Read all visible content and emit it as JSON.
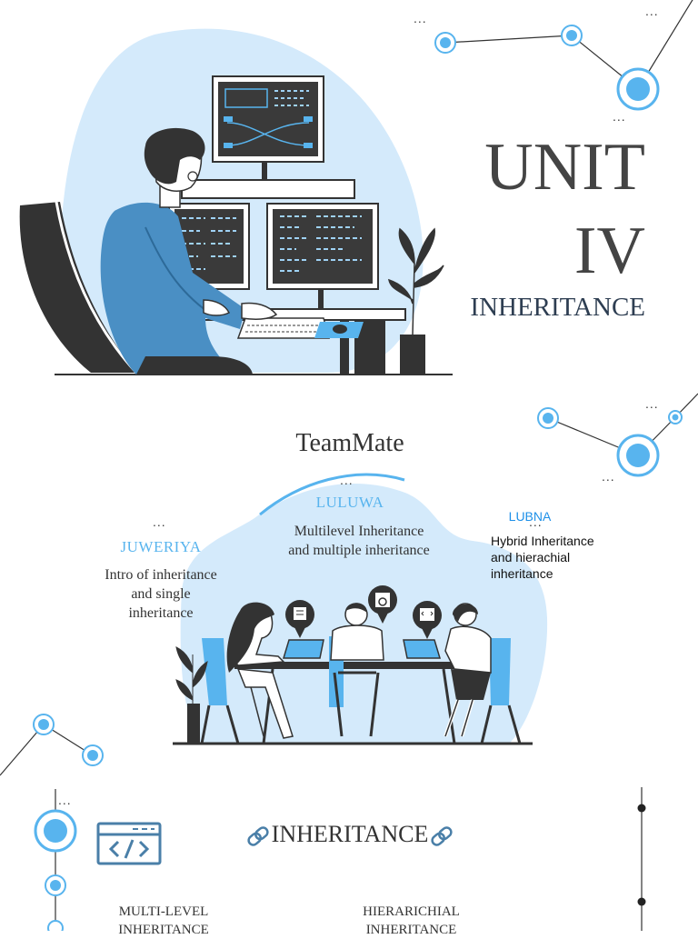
{
  "title_line1": "UNIT",
  "title_line2": "IV",
  "subtitle": "INHERITANCE",
  "team_heading": "TeamMate",
  "dots": "...",
  "members": {
    "luluwa": {
      "name": "LULUWA",
      "desc": "Multilevel Inheritance and multiple inheritance"
    },
    "juweriya": {
      "name": "JUWERIYA",
      "desc": "Intro of inheritance and single inheritance"
    },
    "lubna": {
      "name": "LUBNA",
      "desc": "Hybrid  Inheritance and hierachial inheritance"
    }
  },
  "section": {
    "title": "INHERITANCE",
    "multilevel": "MULTI-LEVEL INHERITANCE",
    "hierarchical": "HIERARICHIAL INHERITANCE"
  },
  "colors": {
    "accent_blue": "#58b4ee",
    "light_blue": "#d4eafb",
    "mid_blue": "#4a8fc4",
    "dark": "#3a3a3a"
  },
  "icons": [
    "code-window-icon",
    "link-icon",
    "settings-bubble-icon",
    "document-bubble-icon",
    "code-bubble-icon",
    "plant-icon"
  ]
}
